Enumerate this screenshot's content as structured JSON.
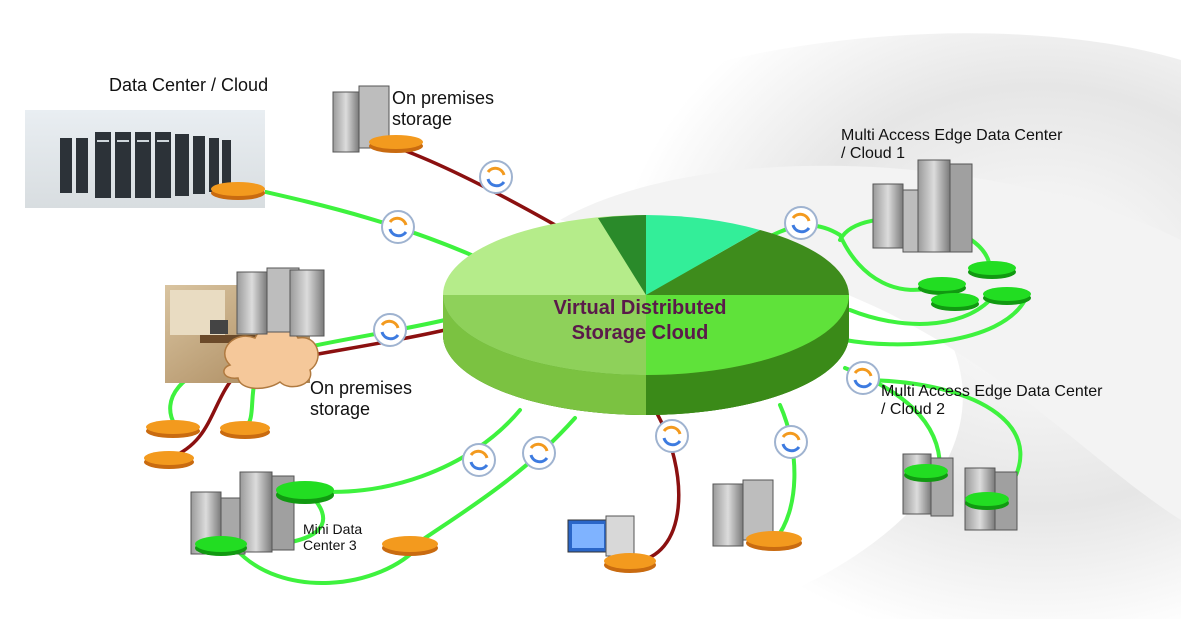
{
  "diagram": {
    "center_label": "Virtual Distributed\nStorage Cloud",
    "nodes": {
      "data_center_cloud": "Data Center / Cloud",
      "on_premises_top": "On premises\nstorage",
      "on_premises_left": "On premises\nstorage",
      "mec_1": "Multi Access Edge Data Center\n/ Cloud 1",
      "mec_2": "Multi Access Edge Data Center\n/ Cloud 2",
      "mini_dc_3": "Mini Data\nCenter 3"
    },
    "colors": {
      "link_green": "#3ef23e",
      "link_red": "#8b1010",
      "disk_orange": "#f39a1e",
      "disk_green": "#22dd22",
      "pie_dark": "#3e8c1c",
      "pie_light": "#b5ec8a",
      "pie_teal": "#33ee99",
      "title_color": "#5a1a4a"
    },
    "icons": [
      "server-icon",
      "sync-icon",
      "disk-icon",
      "workstation-icon",
      "cloud-icon",
      "datacenter-photo",
      "office-photo"
    ]
  }
}
